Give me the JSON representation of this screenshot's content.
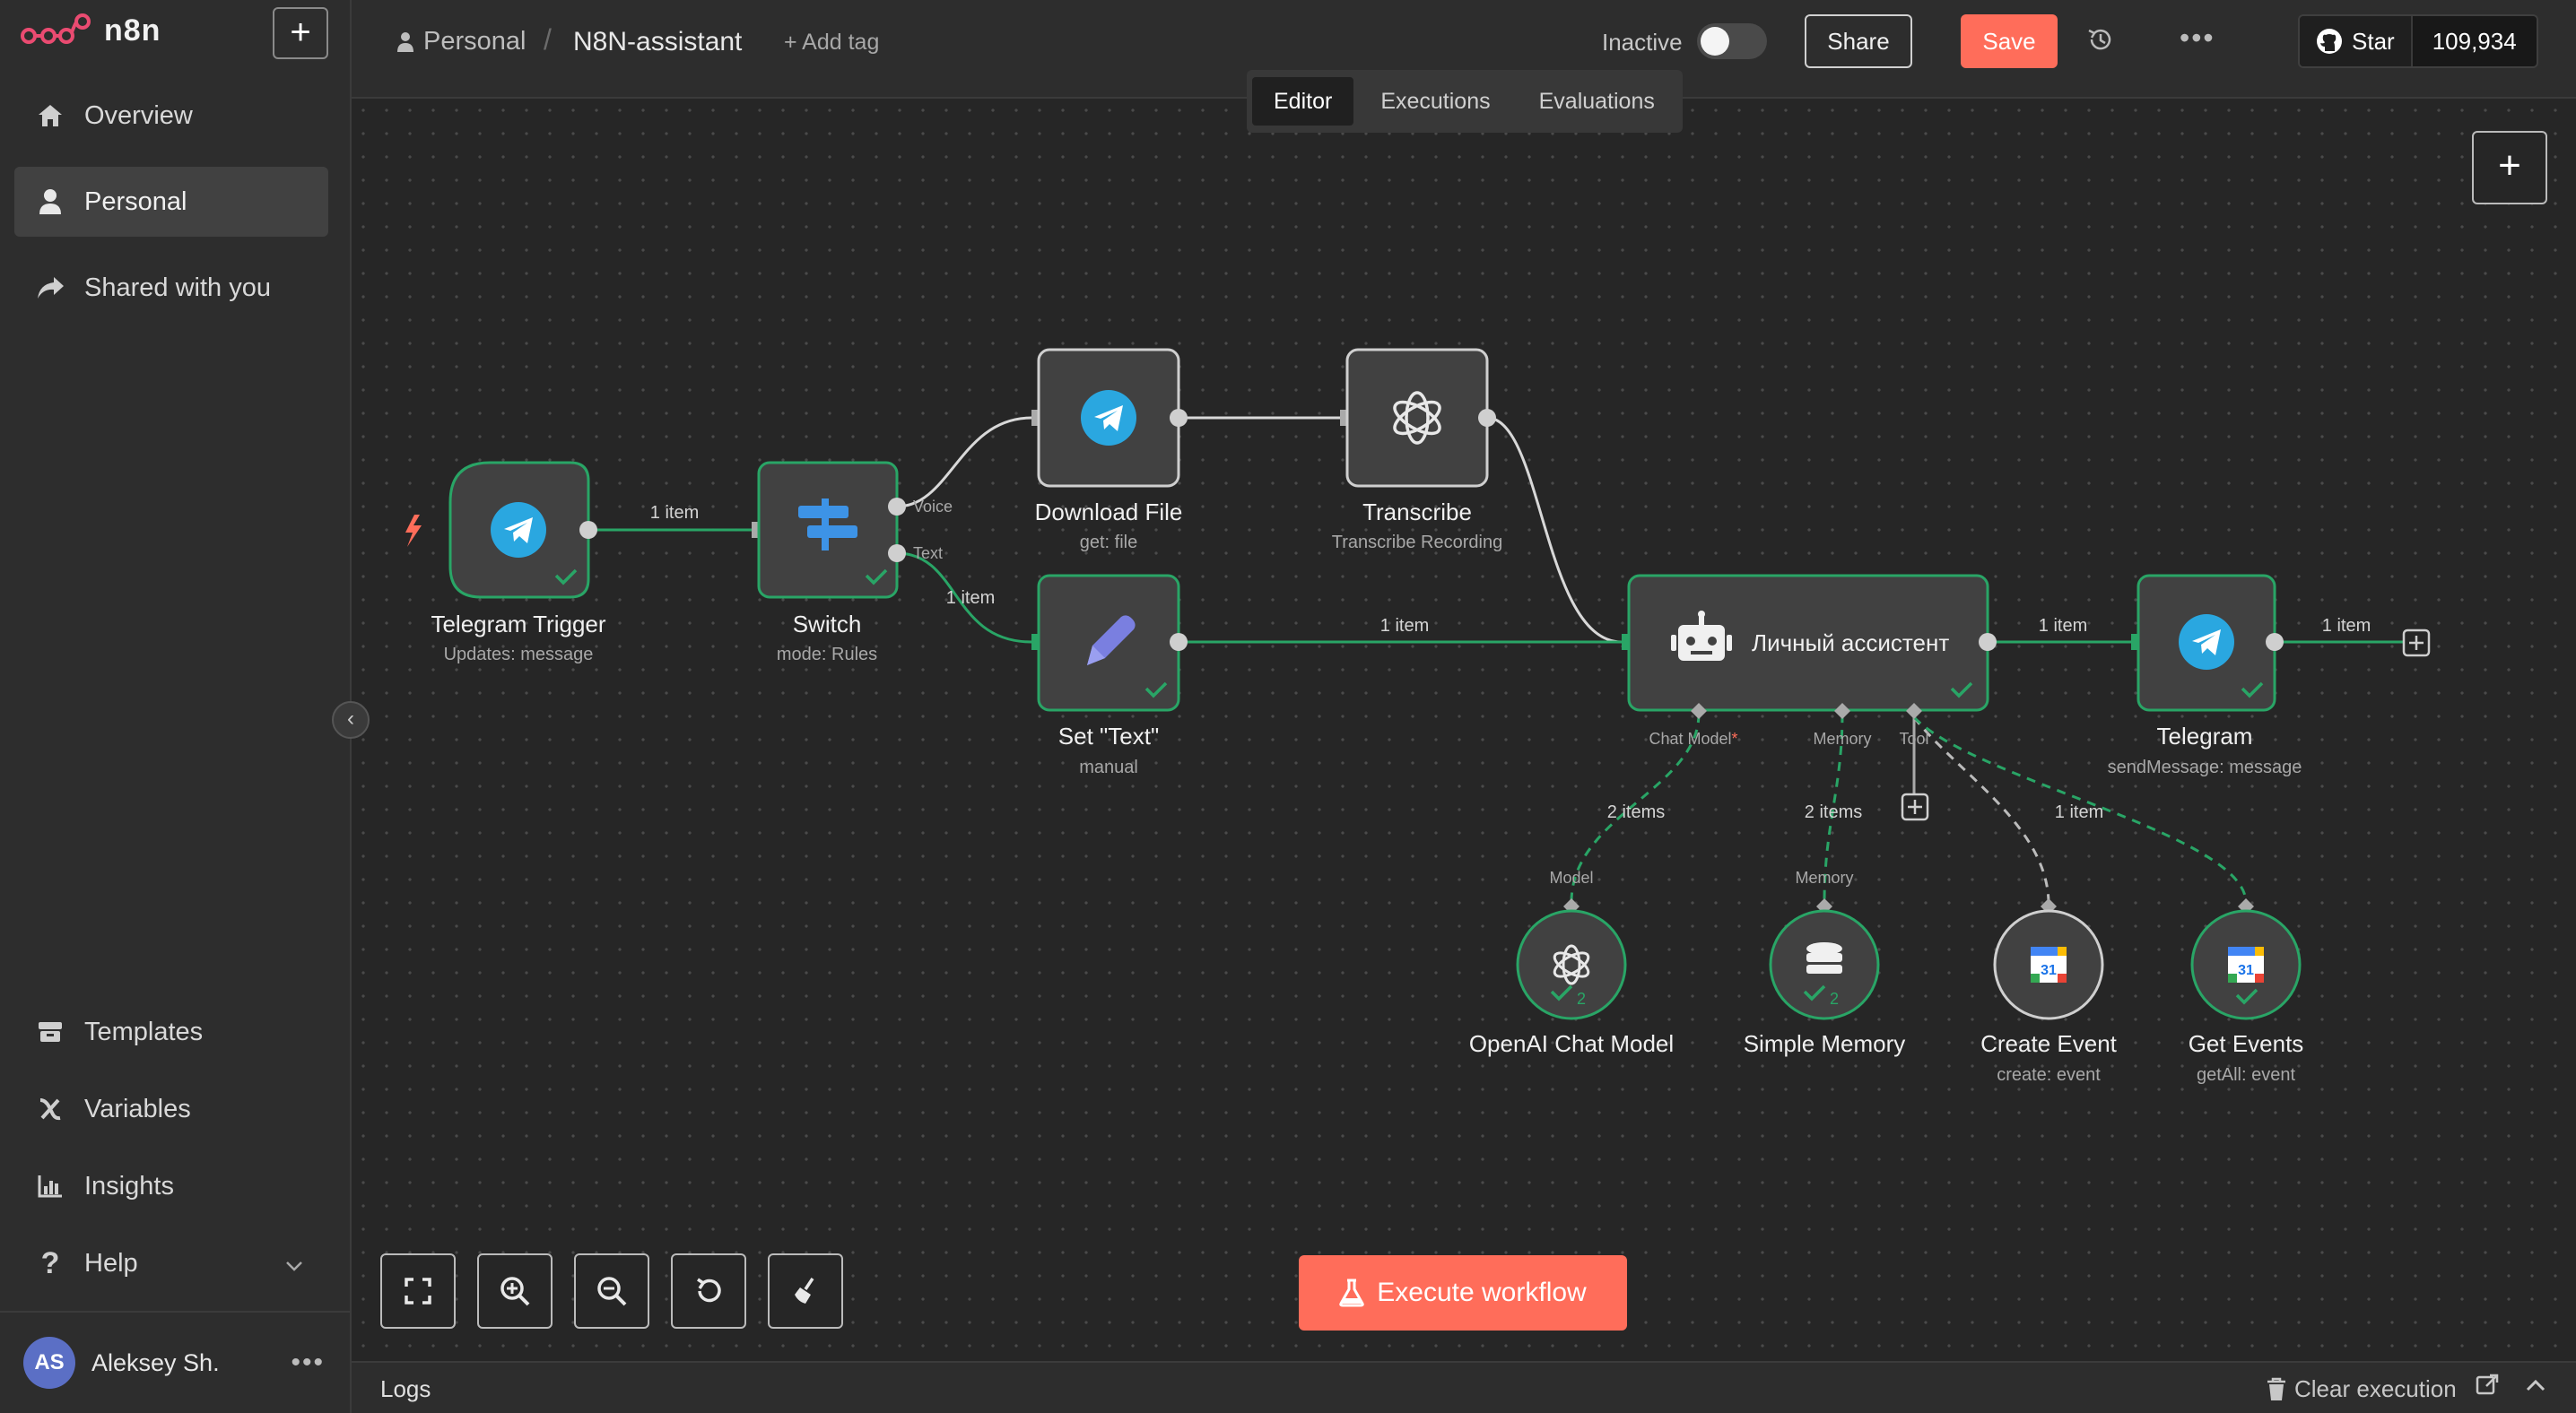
{
  "app": {
    "name": "n8n"
  },
  "sidebar": {
    "items": [
      {
        "label": "Overview",
        "icon": "home-icon"
      },
      {
        "label": "Personal",
        "icon": "user-icon",
        "active": true
      },
      {
        "label": "Shared with you",
        "icon": "share-icon"
      }
    ],
    "bottom_items": [
      {
        "label": "Templates",
        "icon": "box-icon"
      },
      {
        "label": "Variables",
        "icon": "variable-icon"
      },
      {
        "label": "Insights",
        "icon": "bar-chart-icon"
      },
      {
        "label": "Help",
        "icon": "question-icon"
      }
    ],
    "user": {
      "initials": "AS",
      "name": "Aleksey Sh."
    }
  },
  "topbar": {
    "breadcrumb": "Personal",
    "separator": "/",
    "workflow_name": "N8N-assistant",
    "add_tag": "+ Add tag",
    "status_label": "Inactive",
    "share_label": "Share",
    "save_label": "Save",
    "github": {
      "star_label": "Star",
      "count": "109,934"
    }
  },
  "tabs": [
    {
      "label": "Editor",
      "active": true
    },
    {
      "label": "Executions"
    },
    {
      "label": "Evaluations"
    }
  ],
  "nodes": {
    "telegram_trigger": {
      "title": "Telegram Trigger",
      "subtitle": "Updates: message"
    },
    "switch": {
      "title": "Switch",
      "subtitle": "mode: Rules"
    },
    "download_file": {
      "title": "Download File",
      "subtitle": "get: file"
    },
    "transcribe": {
      "title": "Transcribe",
      "subtitle": "Transcribe Recording"
    },
    "set_text": {
      "title": "Set \"Text\"",
      "subtitle": "manual"
    },
    "agent": {
      "title": "Личный ассистент"
    },
    "telegram": {
      "title": "Telegram",
      "subtitle": "sendMessage: message"
    },
    "openai_chat": {
      "title": "OpenAI Chat Model",
      "count": "2"
    },
    "simple_memory": {
      "title": "Simple Memory",
      "count": "2"
    },
    "create_event": {
      "title": "Create Event",
      "subtitle": "create: event"
    },
    "get_events": {
      "title": "Get Events",
      "subtitle": "getAll: event"
    }
  },
  "ports": {
    "voice": "Voice",
    "text": "Text",
    "chat_model": "Chat Model",
    "chat_model_required": "*",
    "memory": "Memory",
    "tool": "Tool",
    "model_in": "Model",
    "memory_in": "Memory"
  },
  "connections": {
    "trigger_switch": "1 item",
    "switch_set": "1 item",
    "set_agent": "1 item",
    "agent_telegram": "1 item",
    "telegram_out": "1 item",
    "model_agent": "2 items",
    "memory_agent": "2 items",
    "tool_agent": "1 item"
  },
  "calendar_icon_text": "31",
  "controls": {
    "execute_label": "Execute workflow"
  },
  "logs": {
    "label": "Logs",
    "clear_label": "Clear execution"
  },
  "colors": {
    "accent": "#ff6d5a",
    "success": "#29a566",
    "telegram": "#2aa7e0",
    "switch": "#3d93e6",
    "pencil": "#7a7fe0",
    "avatar": "#5b6fc5"
  }
}
